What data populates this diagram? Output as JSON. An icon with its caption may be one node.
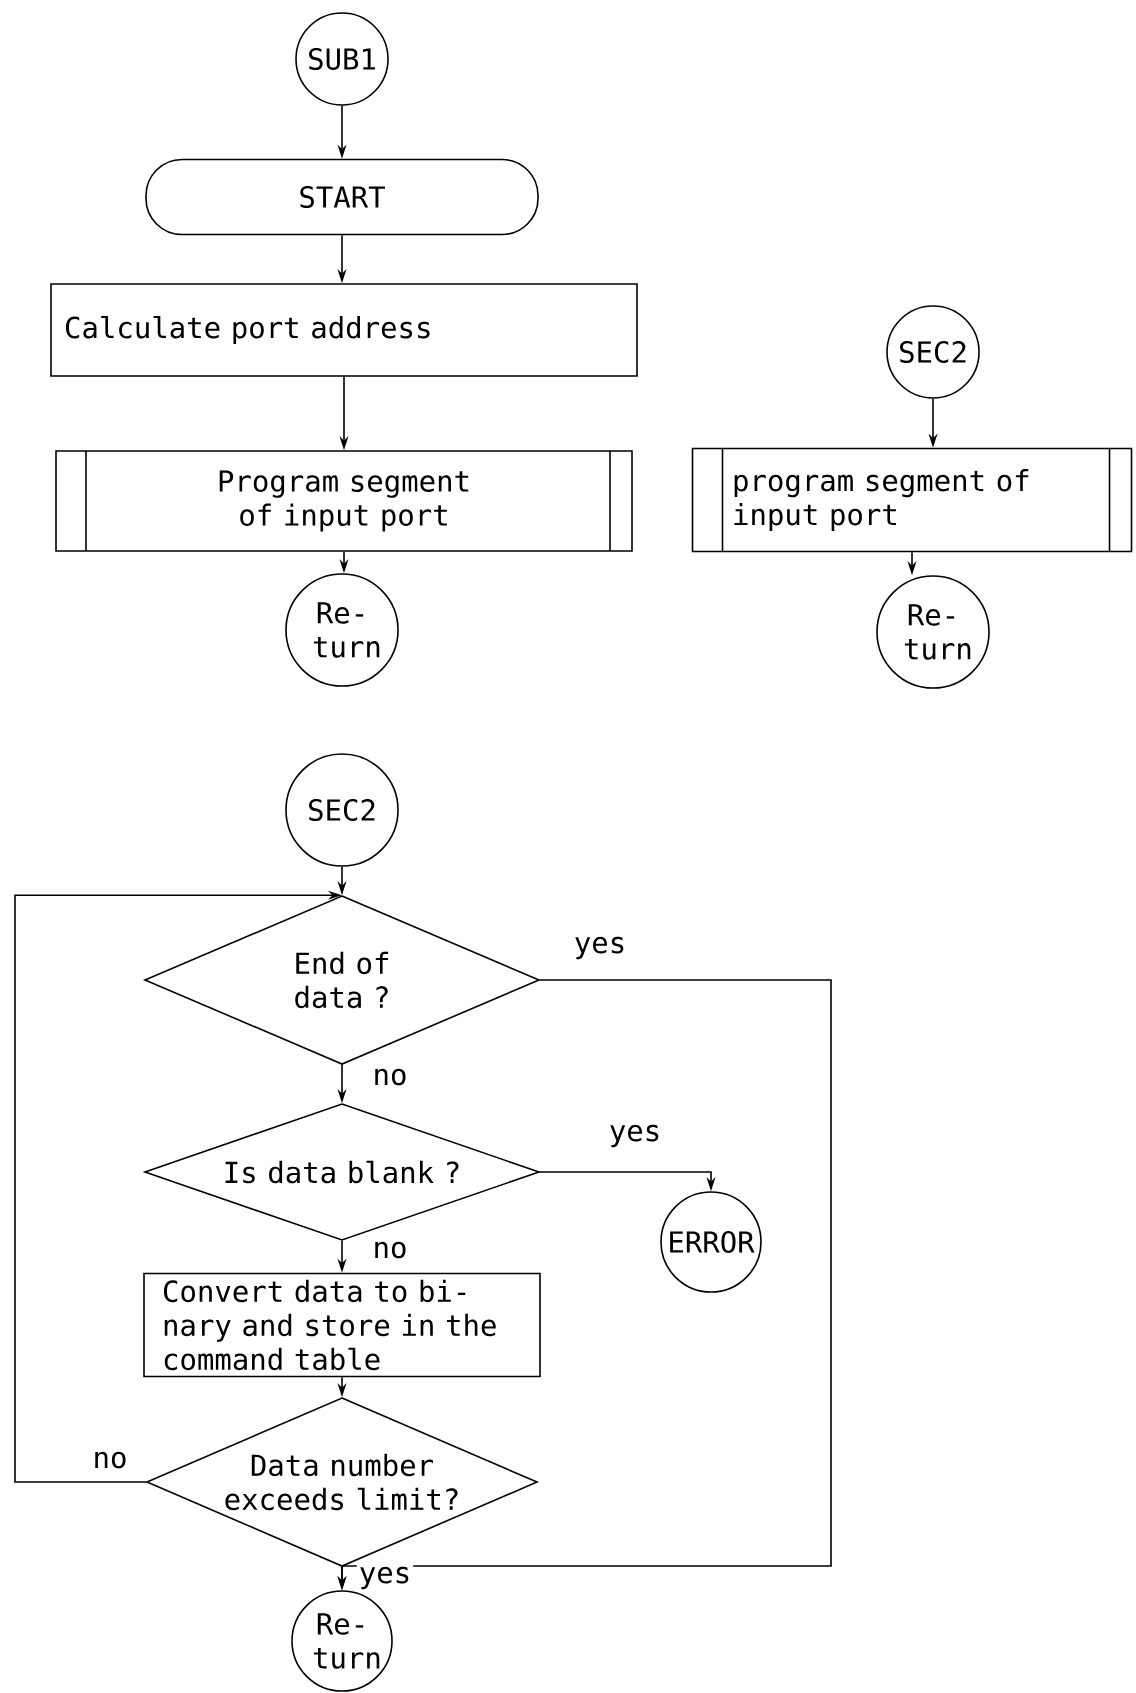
{
  "diagram": {
    "nodes": [
      {
        "text": [
          "SUB1"
        ]
      },
      {
        "text": [
          "START"
        ]
      },
      {
        "text": [
          "Calculate port address"
        ]
      },
      {
        "text": [
          "Program segment of input port"
        ]
      },
      {
        "text": [
          "Re- turn"
        ]
      },
      {
        "text": [
          "SEC2"
        ]
      },
      {
        "text": [
          "program segment of input port"
        ]
      },
      {
        "text": [
          "Re- turn"
        ]
      },
      {
        "text": [
          "SEC2"
        ]
      },
      {
        "text": [
          "End of data ?"
        ]
      },
      {
        "text": [
          "Is data blank ?"
        ]
      },
      {
        "text": [
          "ERROR"
        ]
      },
      {
        "text": [
          "Convert data to bi- nary and store in the command table"
        ]
      },
      {
        "text": [
          "Data number exceeds limit?"
        ]
      },
      {
        "text": [
          "Re- turn"
        ]
      }
    ],
    "edges": [
      {
        "from": 0,
        "to": 1,
        "arrow": "to"
      },
      {
        "from": 1,
        "to": 2,
        "arrow": "to"
      },
      {
        "from": 2,
        "to": 3,
        "arrow": "to"
      },
      {
        "from": 3,
        "to": 4,
        "arrow": "to"
      },
      {
        "from": 5,
        "to": 6,
        "arrow": "to"
      },
      {
        "from": 6,
        "to": 7,
        "arrow": "to"
      },
      {
        "from": 8,
        "to": 9,
        "arrow": "to"
      },
      {
        "from": 9,
        "to": 10,
        "arrow": "to",
        "label": "no"
      },
      {
        "from": 10,
        "to": 11,
        "arrow": "to",
        "label": "yes"
      },
      {
        "from": 10,
        "to": 12,
        "arrow": "to",
        "label": "no"
      },
      {
        "from": 12,
        "to": 13,
        "arrow": "to"
      },
      {
        "from": 13,
        "to": 9,
        "arrow": "to",
        "label": "no"
      },
      {
        "from": 9,
        "to": 14,
        "arrow": "to",
        "label": "yes"
      },
      {
        "from": 13,
        "to": 14,
        "arrow": "to",
        "label": "yes"
      }
    ]
  }
}
